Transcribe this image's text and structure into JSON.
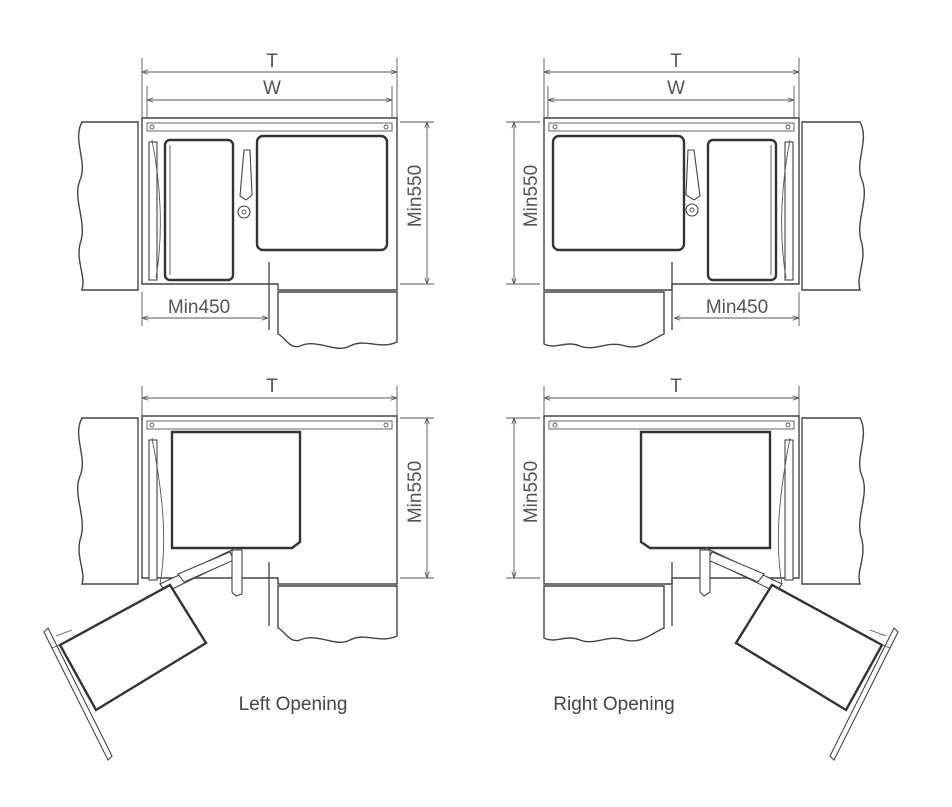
{
  "panels": {
    "top_left": {
      "t": "T",
      "w": "W",
      "depth": "Min550",
      "opening": "Min450"
    },
    "top_right": {
      "t": "T",
      "w": "W",
      "depth": "Min550",
      "opening": "Min450"
    },
    "bottom_left": {
      "t": "T",
      "depth": "Min550",
      "caption": "Left Opening"
    },
    "bottom_right": {
      "t": "T",
      "depth": "Min550",
      "caption": "Right Opening"
    }
  },
  "colors": {
    "line": "#444444",
    "text": "#555555"
  }
}
